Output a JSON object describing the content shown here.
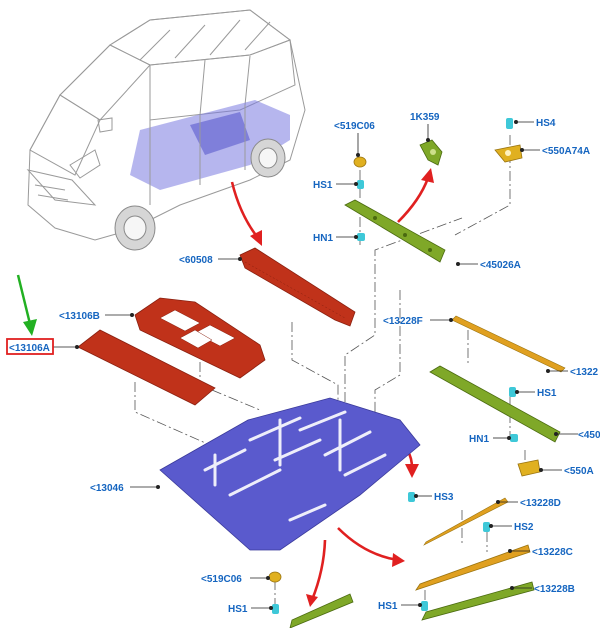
{
  "colors": {
    "label": "#1565c0",
    "floor_mat": "#5a5acd",
    "trim_panel": "#c0321a",
    "bracket_green": "#7fa828",
    "fastener_cyan": "#3ec8d8",
    "clip_yellow": "#e0b020",
    "strip_orange": "#e0a020",
    "callout_red": "#e02020",
    "pointer_green": "#22b022",
    "highlight_box": "#e02020"
  },
  "labels": {
    "p519C06_top": "<519C06",
    "p1K359": "1K359",
    "pHS4": "HS4",
    "p550A74A": "<550A74A",
    "pHS1_top": "HS1",
    "pHN1_top": "HN1",
    "p45026A": "<45026A",
    "p60508": "<60508",
    "p13106B": "<13106B",
    "p13106A": "<13106A",
    "p13228F": "<13228F",
    "p1322": "<1322",
    "pHS1_mid": "HS1",
    "pHN1_mid": "HN1",
    "p450": "<450",
    "p550A": "<550A",
    "p13046": "<13046",
    "pHS3": "HS3",
    "p13228D": "<13228D",
    "pHS2": "HS2",
    "p13228C": "<13228C",
    "p519C06_bot": "<519C06",
    "p13228B": "<13228B",
    "pHS1_bot_left": "HS1",
    "pHS1_bot_right": "HS1"
  }
}
